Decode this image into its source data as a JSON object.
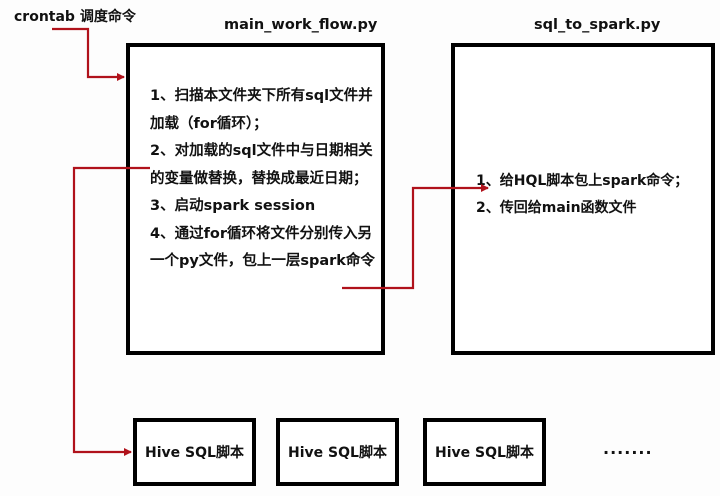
{
  "labels": {
    "trigger": "crontab 调度命令",
    "main_file": "main_work_flow.py",
    "helper_file": "sql_to_spark.py"
  },
  "main_steps": [
    "1、扫描本文件夹下所有sql文件并加载（for循环）；",
    "2、对加载的sql文件中与日期相关的变量做替换，替换成最近日期；",
    "3、启动spark session",
    "4、通过for循环将文件分别传入另一个py文件，包上一层spark命令"
  ],
  "helper_steps": [
    "1、给HQL脚本包上spark命令；",
    "2、传回给main函数文件"
  ],
  "scripts": [
    {
      "label": "Hive SQL脚本"
    },
    {
      "label": "Hive SQL脚本"
    },
    {
      "label": "Hive SQL脚本"
    }
  ],
  "ellipsis": "·······",
  "colors": {
    "arrow": "#b0121b",
    "box_border": "#000000"
  }
}
